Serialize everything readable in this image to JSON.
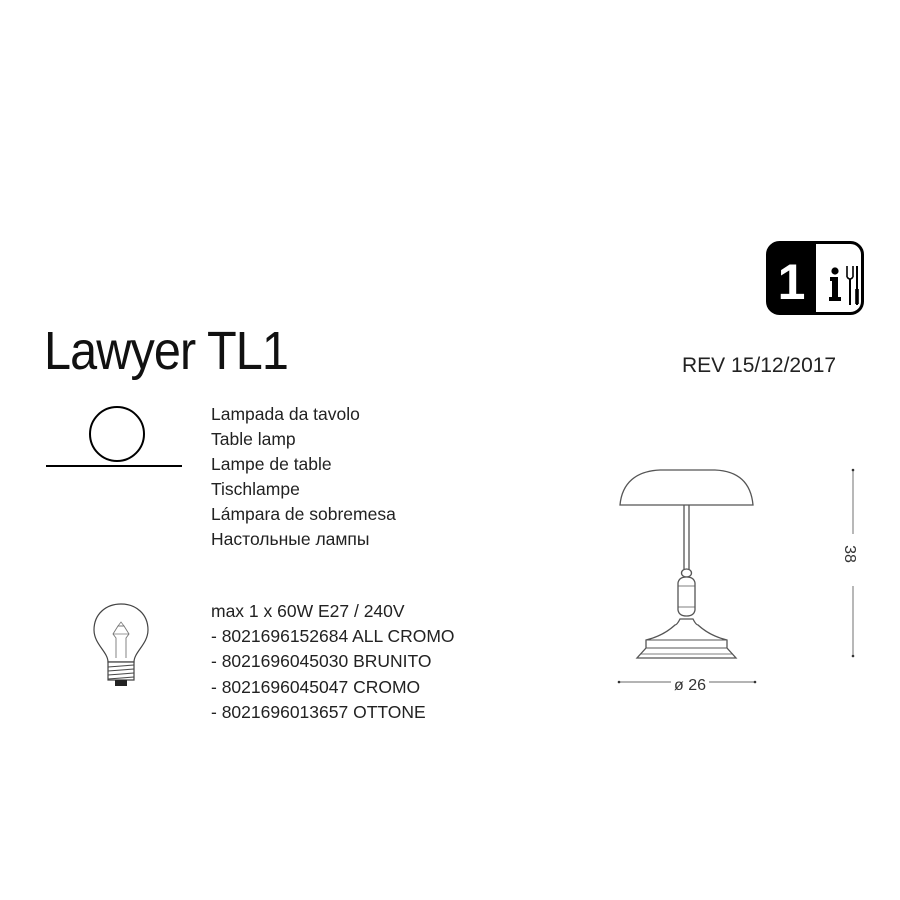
{
  "product": {
    "title": "Lawyer TL1",
    "revision": "REV 15/12/2017"
  },
  "badge": {
    "number": "1",
    "icons": [
      "info-icon",
      "tools-icon"
    ],
    "colors": {
      "background": "#000000",
      "foreground": "#ffffff"
    }
  },
  "descriptions": [
    "Lampada da tavolo",
    "Table lamp",
    "Lampe de table",
    "Tischlampe",
    "Lámpara de sobremesa",
    "Настольные лампы"
  ],
  "specs": {
    "power": "max 1 x 60W E27 / 240V",
    "variants": [
      "- 8021696152684 ALL CROMO",
      "- 8021696045030 BRUNITO",
      "- 8021696045047 CROMO",
      "- 8021696013657 OTTONE"
    ]
  },
  "dimensions": {
    "height": "38",
    "diameter": "ø 26"
  },
  "icons": {
    "mounting": "table-surface-icon",
    "bulb": "light-bulb-icon",
    "lamp": "lamp-drawing"
  }
}
